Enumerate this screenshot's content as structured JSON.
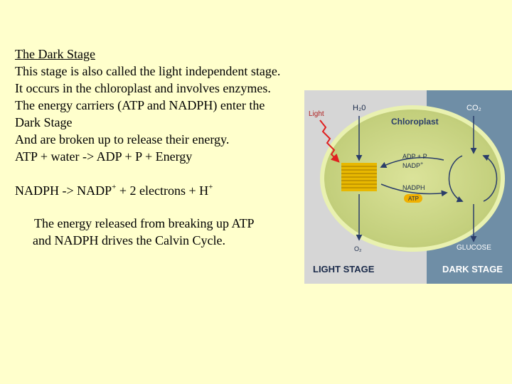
{
  "text": {
    "title": "The Dark Stage",
    "line1": "This stage is also called the light independent stage.",
    "line2": "It occurs in the chloroplast and involves enzymes.",
    "line3": "The energy carriers (ATP and NADPH) enter the",
    "line4": "Dark Stage",
    "line5": "And are broken up to release their energy.",
    "equation1": "ATP + water -> ADP + P + Energy",
    "equation2_part1": "NADPH -> NADP",
    "equation2_sup1": "+",
    "equation2_part2": " + 2 electrons + H",
    "equation2_sup2": "+",
    "conclusion_line1": "The energy released from breaking up ATP",
    "conclusion_line2": "and NADPH drives the Calvin Cycle."
  },
  "diagram": {
    "light": "Light",
    "h2o": "H₂0",
    "co2": "CO₂",
    "chloroplast": "Chloroplast",
    "adp_p": "ADP + P",
    "nadp": "NADP",
    "nadp_sup": "+",
    "nadph": "NADPH",
    "atp": "ATP",
    "o2": "O₂",
    "glucose": "GLUCOSE",
    "light_stage": "LIGHT STAGE",
    "dark_stage": "DARK STAGE",
    "colors": {
      "background": "#ffffcc",
      "dark_panel": "#6f8ea6",
      "light_panel": "#d4d4d4",
      "chloroplast_fill": "#c8d483",
      "chloroplast_edge": "#e6f0a8",
      "thylakoid": "#e8b800",
      "light_arrow": "#e02020",
      "light_text": "#b02020",
      "atp_badge": "#f0b000"
    }
  }
}
